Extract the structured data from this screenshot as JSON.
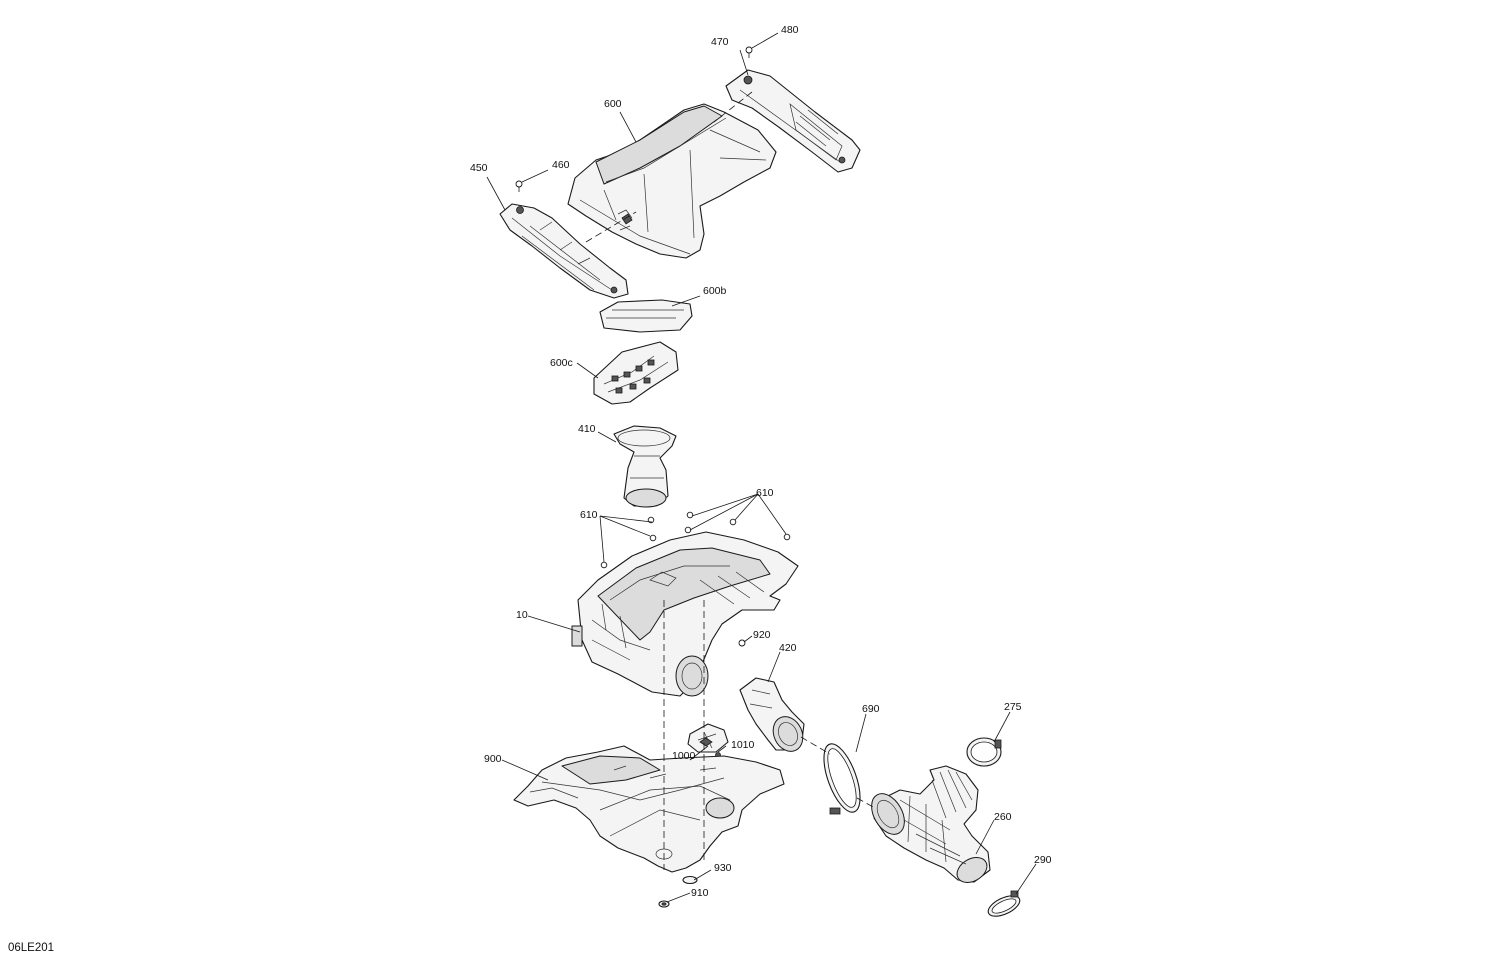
{
  "diagram": {
    "drawing_code": "06LE201",
    "callouts": [
      {
        "id": "c470",
        "text": "470"
      },
      {
        "id": "c480",
        "text": "480"
      },
      {
        "id": "c600",
        "text": "600"
      },
      {
        "id": "c450",
        "text": "450"
      },
      {
        "id": "c460",
        "text": "460"
      },
      {
        "id": "c600b",
        "text": "600b"
      },
      {
        "id": "c600c",
        "text": "600c"
      },
      {
        "id": "c410",
        "text": "410"
      },
      {
        "id": "c610a",
        "text": "610"
      },
      {
        "id": "c610b",
        "text": "610"
      },
      {
        "id": "c10",
        "text": "10"
      },
      {
        "id": "c920",
        "text": "920"
      },
      {
        "id": "c420",
        "text": "420"
      },
      {
        "id": "c690",
        "text": "690"
      },
      {
        "id": "c275",
        "text": "275"
      },
      {
        "id": "c900",
        "text": "900"
      },
      {
        "id": "c1000",
        "text": "1000"
      },
      {
        "id": "c1010",
        "text": "1010"
      },
      {
        "id": "c260",
        "text": "260"
      },
      {
        "id": "c930",
        "text": "930"
      },
      {
        "id": "c910",
        "text": "910"
      },
      {
        "id": "c290",
        "text": "290"
      }
    ]
  }
}
